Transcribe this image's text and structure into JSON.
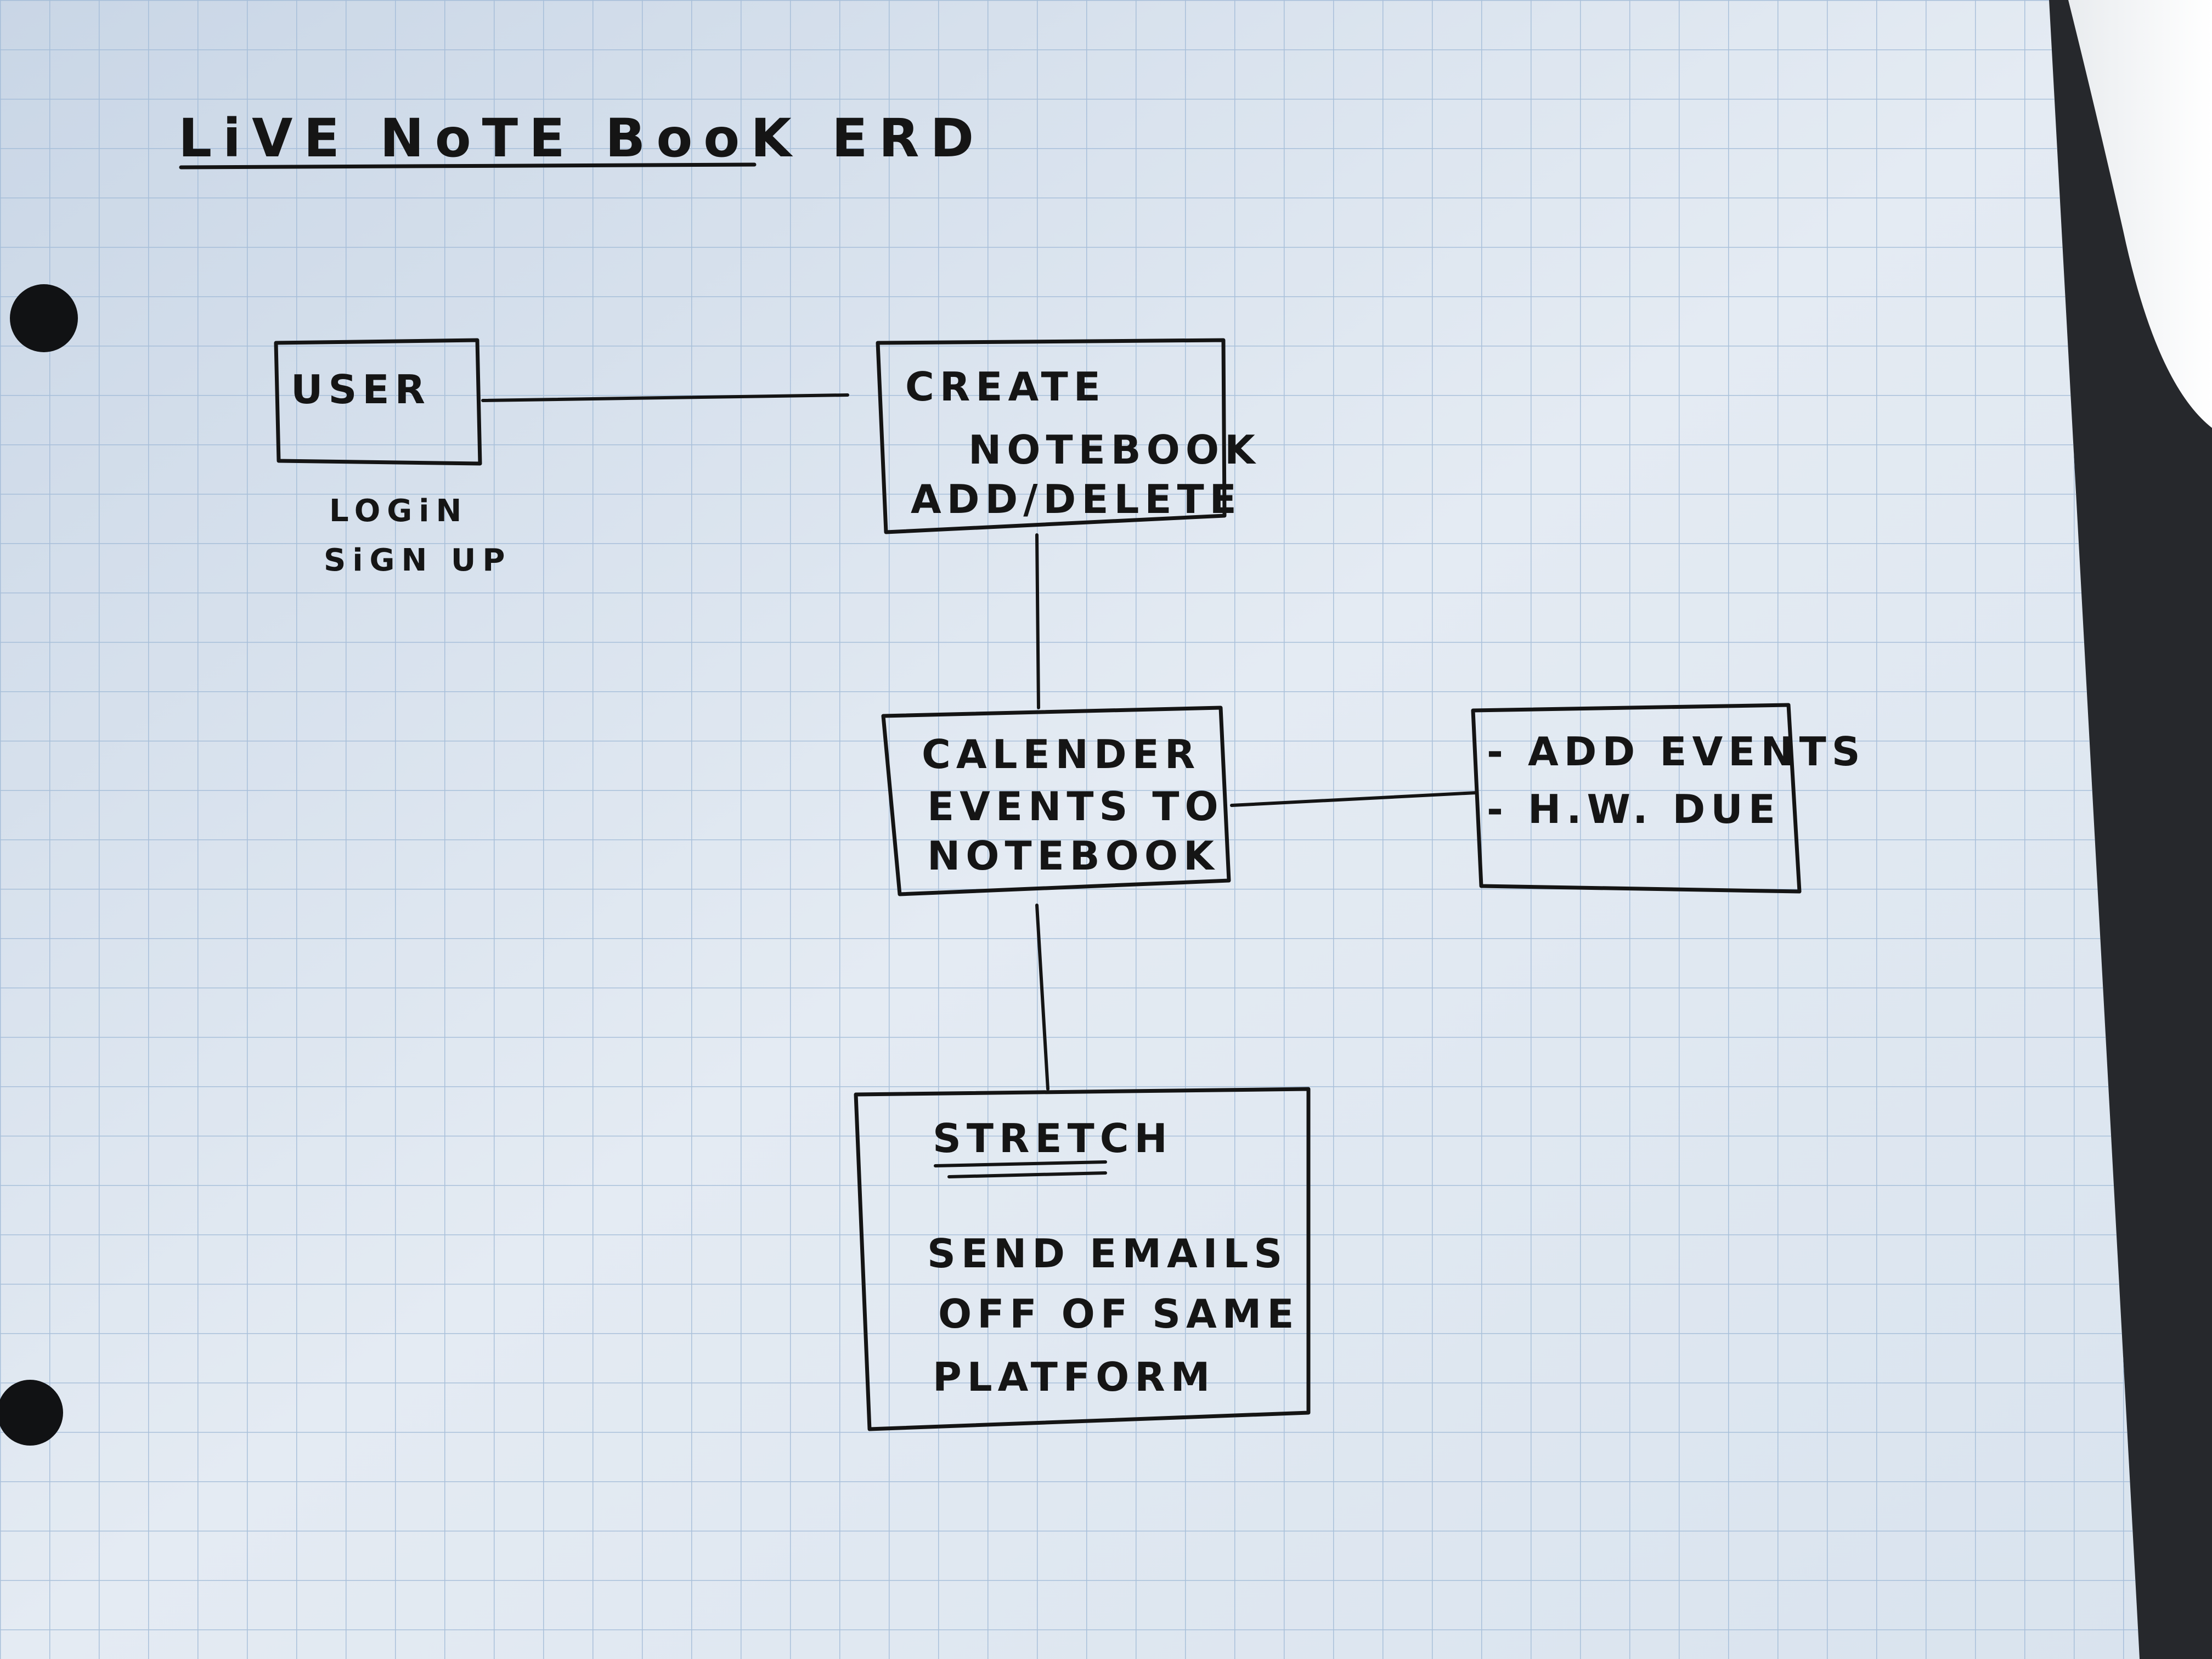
{
  "title": "LiVE NoTE BooK ERD",
  "entities": {
    "user": {
      "label": "USER",
      "notes": [
        "LOGiN",
        "SiGN UP"
      ]
    },
    "create_notebook": {
      "lines": [
        "CREATE",
        "NOTEBOOK",
        "ADD/DELETE"
      ]
    },
    "calendar": {
      "lines": [
        "CALENDER",
        "EVENTS TO",
        "NOTEBOOK"
      ]
    },
    "events": {
      "lines": [
        "- ADD EVENTS",
        "- H.W. DUE"
      ]
    },
    "stretch": {
      "heading": "STRETCH",
      "lines": [
        "SEND EMAILS",
        "OFF OF SAME",
        "PLATFORM"
      ]
    }
  },
  "colors": {
    "paper": "#dde6f0",
    "grid": "#9fb9d6",
    "ink": "#141414",
    "desk": "#26282c"
  }
}
